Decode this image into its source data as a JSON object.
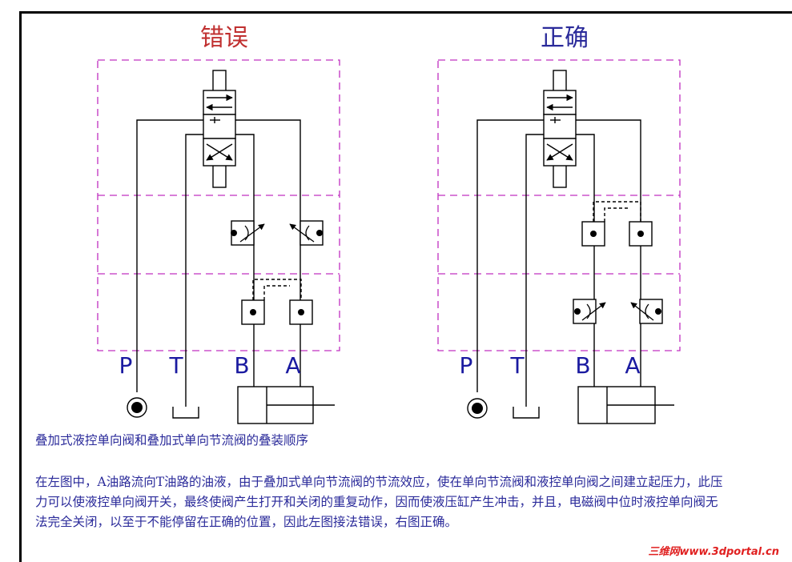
{
  "diagrams": [
    {
      "title": "错误",
      "title_color": "#c03030",
      "ports": [
        "P",
        "T",
        "B",
        "A"
      ]
    },
    {
      "title": "正确",
      "title_color": "#2a2a9a",
      "ports": [
        "P",
        "T",
        "B",
        "A"
      ]
    }
  ],
  "caption": "叠加式液控单向阀和叠加式单向节流阀的叠装顺序",
  "body_text": "在左图中，A油路流向T油路的油液，由于叠加式单向节流阀的节流效应，使在单向节流阀和液控单向阀之间建立起压力，此压力可以使液控单向阀开关，最终使阀产生打开和关闭的重复动作，因而使液压缸产生冲击，并且，电磁阀中位时液控单向阀无法完全关闭，以至于不能停留在正确的位置，因此左图接法错误，右图正确。",
  "watermark": "三维网www.3dportal.cn",
  "colors": {
    "frame": "#000000",
    "dashed": "#c030c0",
    "lines": "#000000",
    "text": "#2a2a9a",
    "wrong": "#c03030",
    "watermark": "#e02020"
  }
}
